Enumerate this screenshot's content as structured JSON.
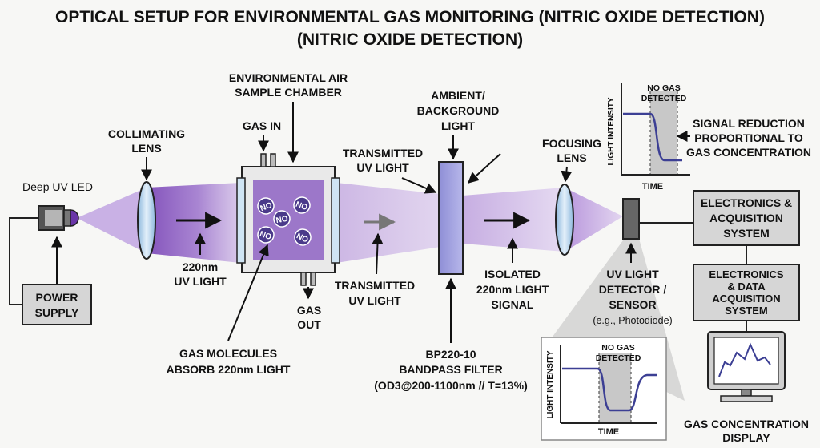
{
  "title": {
    "line1": "OPTICAL SETUP FOR ENVIRONMENTAL GAS MONITORING (NITRIC OXIDE DETECTION)",
    "line2": "(NITRIC OXIDE DETECTION)"
  },
  "labels": {
    "led": "Deep UV LED",
    "power_supply": [
      "POWER",
      "SUPPLY"
    ],
    "collimating_lens": [
      "COLLIMATING",
      "LENS"
    ],
    "uv_light": [
      "220nm",
      "UV LIGHT"
    ],
    "chamber": [
      "ENVIRONMENTAL AIR",
      "SAMPLE CHAMBER"
    ],
    "gas_in": "GAS IN",
    "gas_out": [
      "GAS",
      "OUT"
    ],
    "molecule": "NO",
    "gas_molecules": [
      "GAS MOLECULES",
      "ABSORB 220nm LIGHT"
    ],
    "transmitted_lower": [
      "TRANSMITTED",
      "UV LIGHT"
    ],
    "transmitted_upper": [
      "TRANSMITTED",
      "UV LIGHT"
    ],
    "ambient": [
      "AMBIENT/",
      "BACKGROUND",
      "LIGHT"
    ],
    "filter": [
      "BP220-10",
      "BANDPASS FILTER",
      "(OD3@200-1100nm // T=13%)"
    ],
    "isolated": [
      "ISOLATED",
      "220nm LIGHT",
      "SIGNAL"
    ],
    "focusing_lens": [
      "FOCUSING",
      "LENS"
    ],
    "detector": [
      "UV LIGHT",
      "DETECTOR /",
      "SENSOR",
      "(e.g., Photodiode)"
    ],
    "signal_reduction": [
      "SIGNAL REDUCTION",
      "PROPORTIONAL TO",
      "GAS CONCENTRATION"
    ],
    "electronics_acq": [
      "ELECTRONICS &",
      "ACQUISITION",
      "SYSTEM"
    ],
    "electronics_data": [
      "ELECTRONICS",
      "& DATA",
      "ACQUISITION",
      "SYSTEM"
    ],
    "display": [
      "GAS CONCENTRATION",
      "DISPLAY"
    ]
  },
  "small_chart": {
    "ylabel": "LIGHT INTENSITY",
    "xlabel": "TIME",
    "annotation": [
      "NO GAS",
      "DETECTED"
    ]
  },
  "inset_chart": {
    "ylabel": "LIGHT INTENSITY",
    "xlabel": "TIME",
    "annotation": [
      "NO GAS",
      "DETECTED"
    ]
  },
  "colors": {
    "beam": "#8f5fc4",
    "accent": "#5b3f99",
    "box_fill": "#d6d6d6",
    "signal_line": "#3c3f94"
  }
}
